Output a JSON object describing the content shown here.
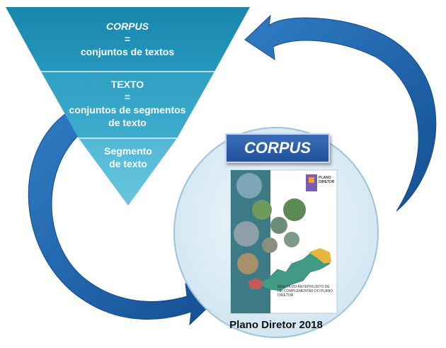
{
  "pyramid": {
    "top": {
      "line1": "CORPUS",
      "line2": "=",
      "line3": "conjuntos de textos"
    },
    "middle": {
      "line1": "TEXTO",
      "line2": "=",
      "line3": "conjuntos de segmentos",
      "line4": "de texto"
    },
    "bottom": {
      "line1": "Segmento",
      "line2": "de texto"
    }
  },
  "circle": {
    "title": "CORPUS",
    "cover_text": "MINUTA DO ANTEPROJETO DE LEI COMPLEMENTAR DO PLANO DIRETOR",
    "logo_text": "PLANO DIRETOR",
    "caption": "Plano Diretor 2018"
  },
  "colors": {
    "tier_top": "#1f8fb3",
    "tier_mid": "#35a7c7",
    "tier_bottom": "#5cbfd9",
    "arrow": "#1b5ea6",
    "circle_fill": "#deeef7",
    "title_box": "#2b5fa9"
  }
}
